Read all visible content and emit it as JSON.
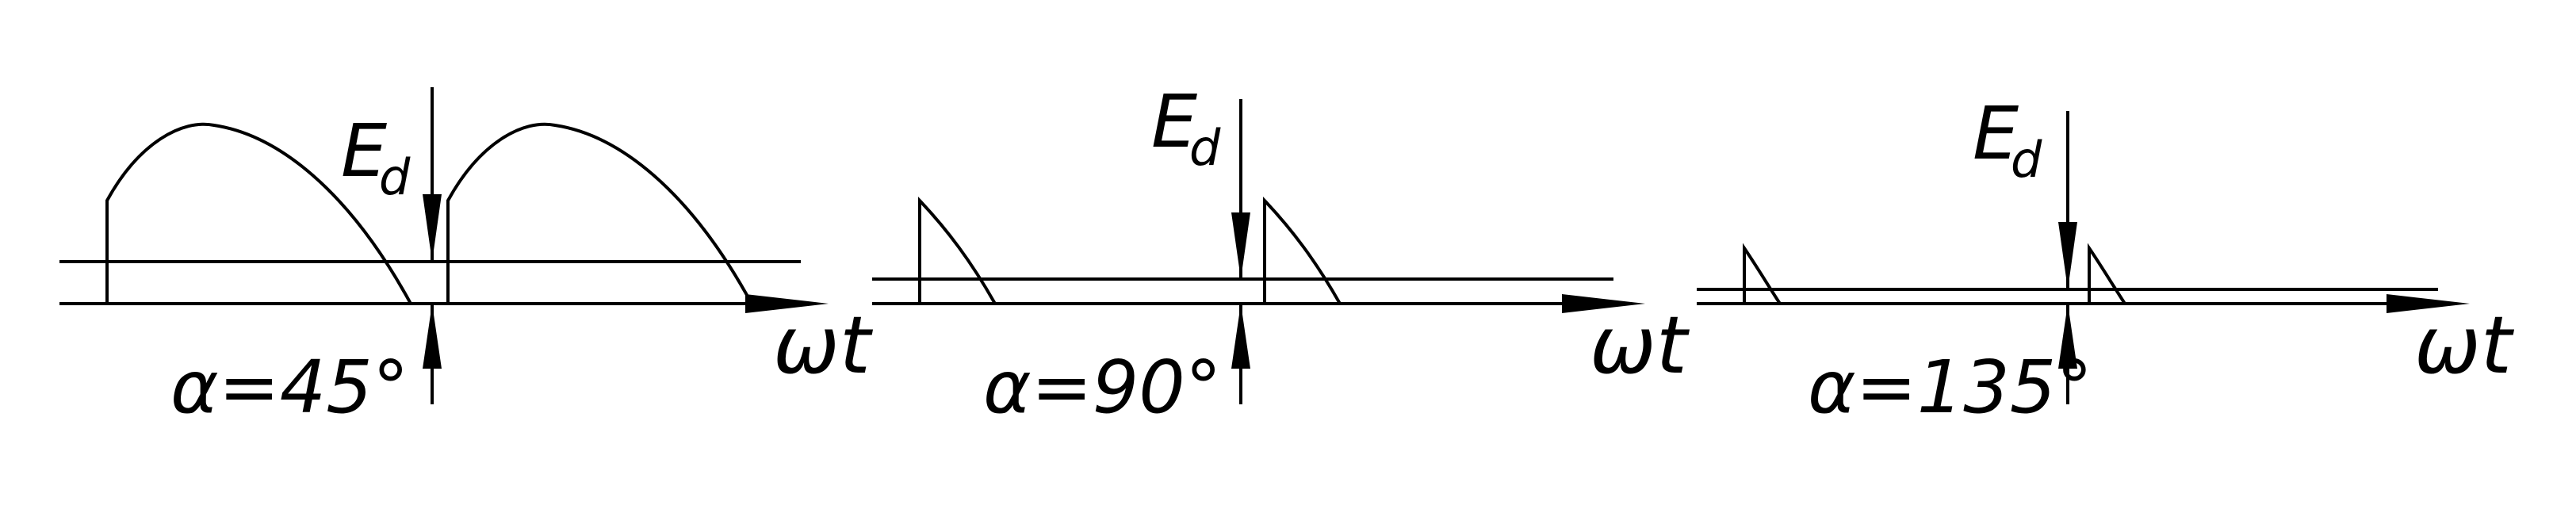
{
  "panels": [
    {
      "ed_main": "E",
      "ed_sub": "d",
      "axis_label": "ωt",
      "alpha_label": "α=45°"
    },
    {
      "ed_main": "E",
      "ed_sub": "d",
      "axis_label": "ωt",
      "alpha_label": "α=90°"
    },
    {
      "ed_main": "E",
      "ed_sub": "d",
      "axis_label": "ωt",
      "alpha_label": "α=135°"
    }
  ],
  "colors": {
    "stroke": "#000000",
    "background": "#ffffff"
  }
}
